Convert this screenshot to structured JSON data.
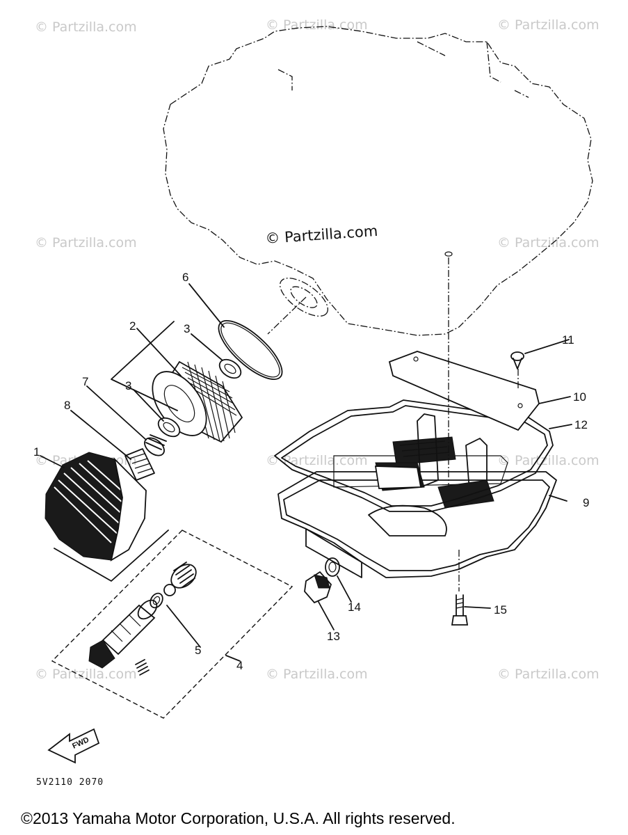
{
  "watermarks": [
    "© Partzilla.com",
    "© Partzilla.com"
  ],
  "center_watermark": "© Partzilla.com",
  "callouts": {
    "filter_cartridge": "1",
    "filter_element": "2",
    "o_ring_upper": "3",
    "o_ring_lower": "3",
    "relief_valve_assy": "4",
    "relief_washer": "5",
    "gasket_o_ring": "6",
    "spring": "7",
    "spring_seat": "8",
    "oil_pan": "9",
    "baffle_plate": "10",
    "plate_screw": "11",
    "pan_gasket": "12",
    "drain_plug": "13",
    "drain_washer": "14",
    "pan_bolt": "15"
  },
  "front_arrow_label": "FWD",
  "diagram_code": "5V2110 2070",
  "copyright": "©2013 Yamaha Motor Corporation, U.S.A. All rights reserved."
}
